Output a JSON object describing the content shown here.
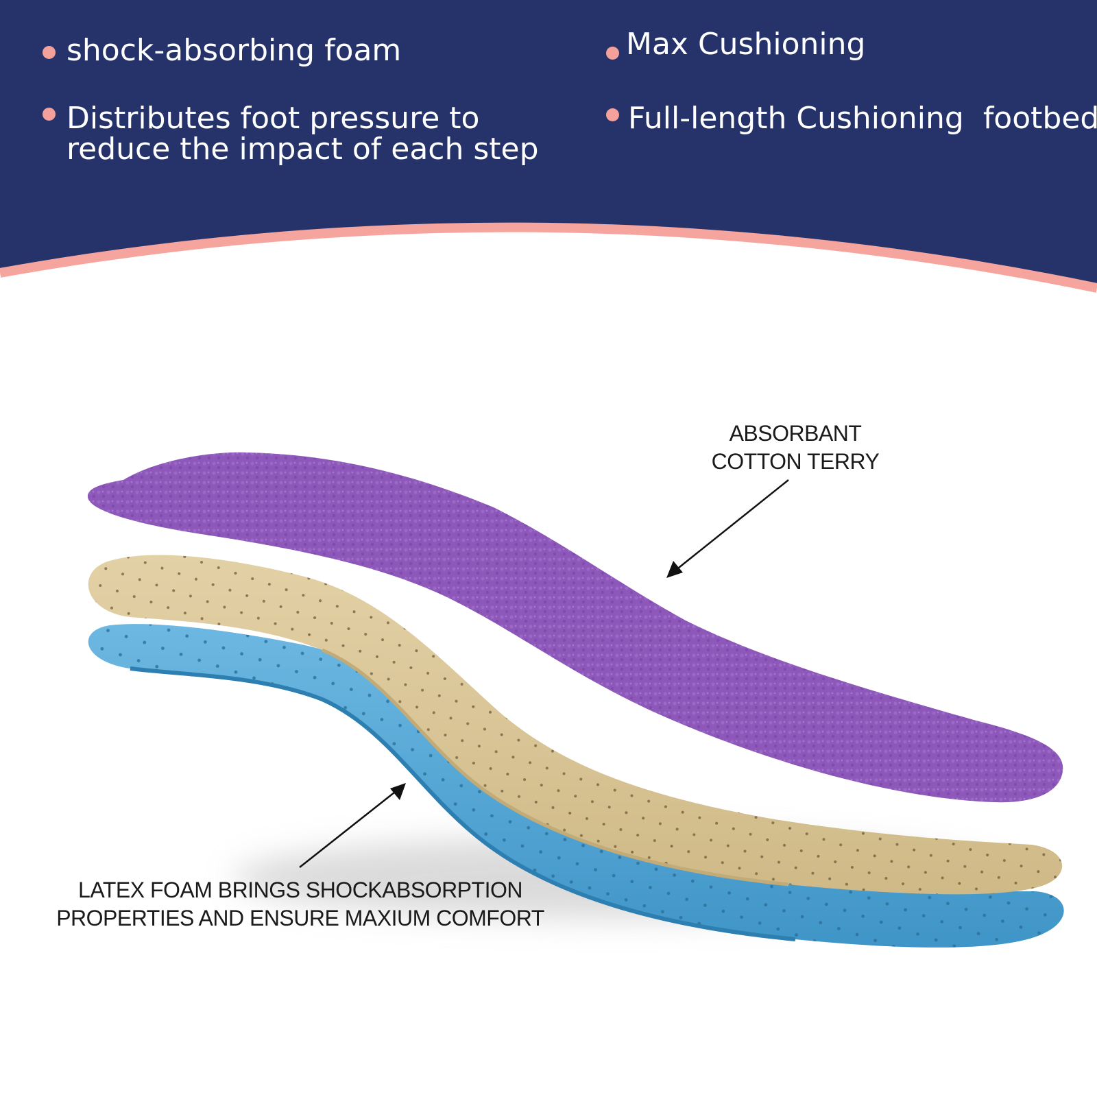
{
  "colors": {
    "navy": "#25336a",
    "accent": "#f5a59d",
    "bullet": "#f3a19a",
    "terry": "#8d58ba",
    "tan": "#dcc89a",
    "blue": "#4fa6d6"
  },
  "features": {
    "left": [
      {
        "text": "shock-absorbing foam"
      },
      {
        "text": "Distributes foot pressure to reduce the impact of each step"
      }
    ],
    "right": [
      {
        "text": "Max Cushioning"
      },
      {
        "text": "Full-length Cushioning  footbed"
      }
    ]
  },
  "callouts": {
    "top_line1": "ABSORBANT",
    "top_line2": "COTTON TERRY",
    "bottom_line1": "LATEX FOAM BRINGS SHOCKABSORPTION",
    "bottom_line2": "PROPERTIES AND ENSURE MAXIUM COMFORT"
  },
  "illustration": {
    "layers": [
      "terry-layer",
      "latex-layer",
      "foam-layer"
    ]
  }
}
